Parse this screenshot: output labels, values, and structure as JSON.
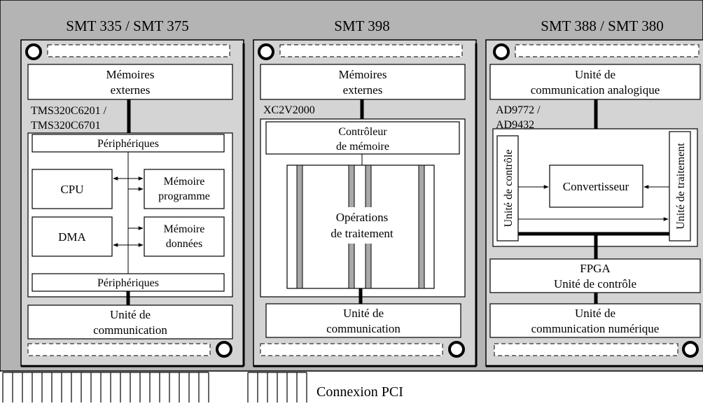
{
  "modules": [
    {
      "title": "SMT 335 / SMT 375",
      "top_box": [
        "Mémoires",
        "externes"
      ],
      "chip_label": [
        "TMS320C6201 /",
        "TMS320C6701"
      ],
      "periph_top": "Périphériques",
      "cpu": "CPU",
      "dma": "DMA",
      "mem_prog": [
        "Mémoire",
        "programme"
      ],
      "mem_data": [
        "Mémoire",
        "données"
      ],
      "periph_bottom": "Périphériques",
      "bottom_box": [
        "Unité de",
        "communication"
      ]
    },
    {
      "title": "SMT 398",
      "top_box": [
        "Mémoires",
        "externes"
      ],
      "chip_label": [
        "XC2V2000"
      ],
      "mem_ctrl": [
        "Contrôleur",
        "de mémoire"
      ],
      "ops": [
        "Opérations",
        "de traitement"
      ],
      "bottom_box": [
        "Unité de",
        "communication"
      ]
    },
    {
      "title": "SMT 388 / SMT 380",
      "top_box": [
        "Unité de",
        "communication analogique"
      ],
      "chip_label": [
        "AD9772 /",
        "AD9432"
      ],
      "control_unit": "Unité de contrôle",
      "converter": "Convertisseur",
      "processing_unit": "Unité de traitement",
      "fpga_box": [
        "FPGA",
        "Unité de contrôle"
      ],
      "bottom_box": [
        "Unité de",
        "communication numérique"
      ]
    }
  ],
  "pci_label": "Connexion PCI",
  "colors": {
    "board": "#b4b4b4",
    "module": "#d4d4d4",
    "box": "#ffffff",
    "line": "#000000",
    "stripe": "#a8a8a8"
  }
}
